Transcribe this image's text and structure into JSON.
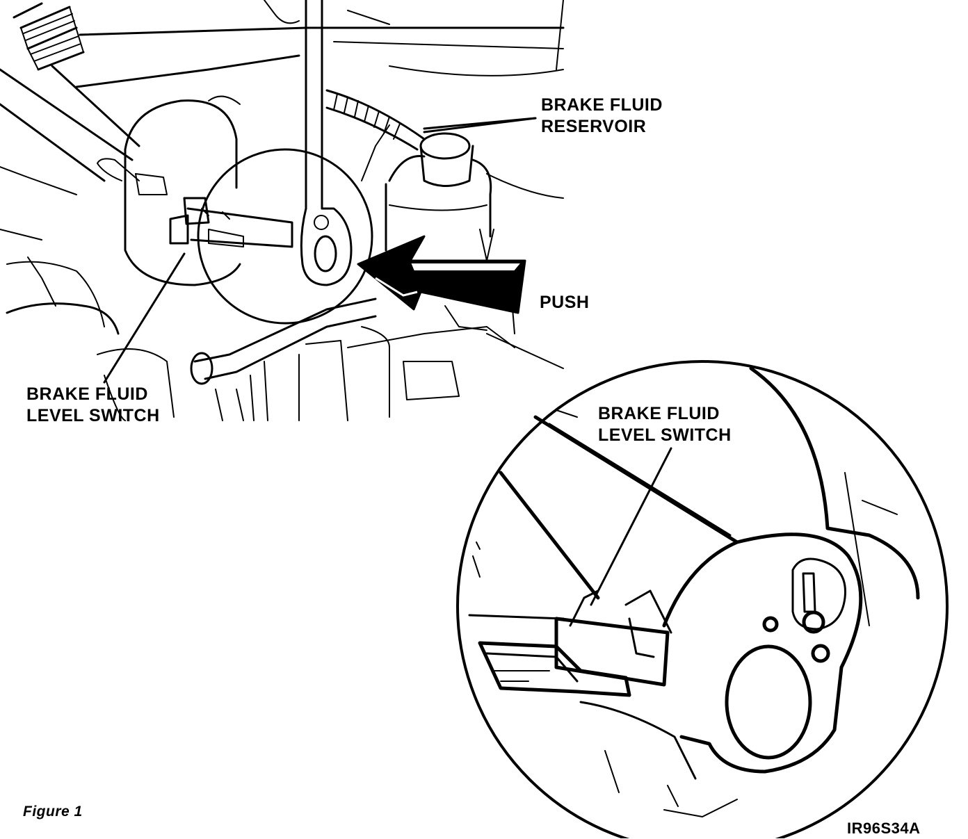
{
  "labels": {
    "reservoir_line1": "BRAKE FLUID",
    "reservoir_line2": "RESERVOIR",
    "push": "PUSH",
    "switch_top_line1": "BRAKE FLUID",
    "switch_top_line2": "LEVEL SWITCH",
    "switch_detail_line1": "BRAKE FLUID",
    "switch_detail_line2": "LEVEL SWITCH",
    "figure": "Figure 1",
    "code": "IR96S34A"
  },
  "colors": {
    "ink": "#000000",
    "paper": "#ffffff"
  }
}
